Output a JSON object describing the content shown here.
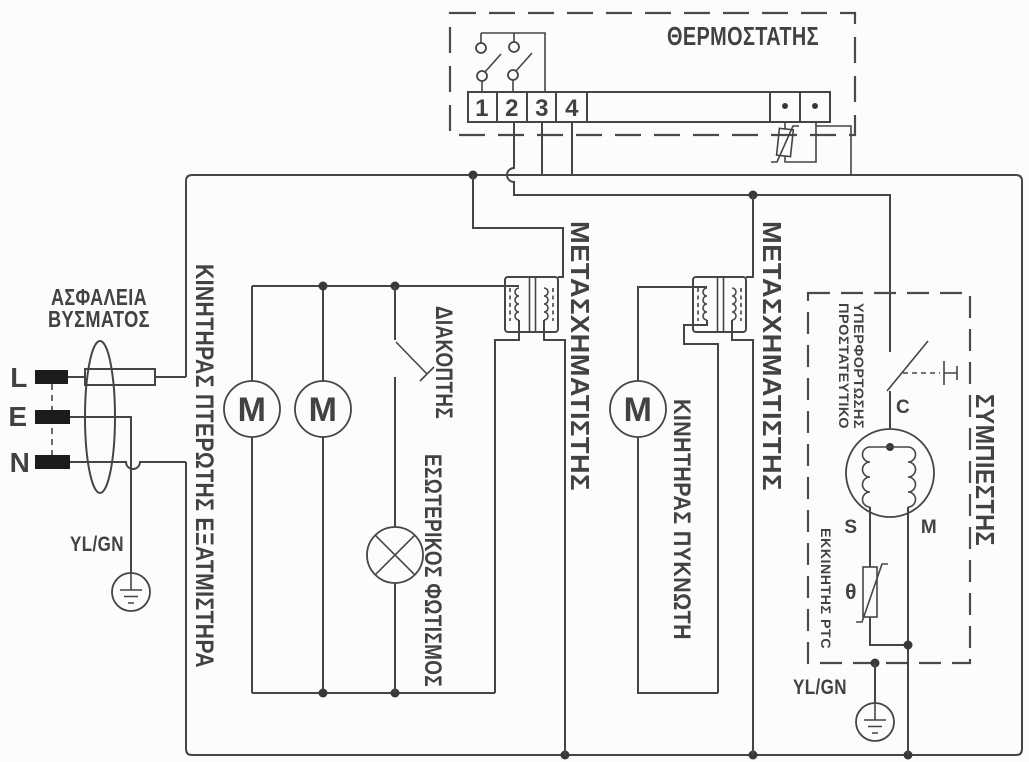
{
  "diagram_title": "Refrigerator wiring diagram (Greek)",
  "colors": {
    "line": "#454545",
    "text": "#424242",
    "background": "#fcfcfc",
    "terminal_fill": "#1c1c1c"
  },
  "thermostat": {
    "title": "ΘΕΡΜΟΣΤΑΤΗΣ",
    "terminals": [
      "1",
      "2",
      "3",
      "4"
    ]
  },
  "plug": {
    "label_line1": "ΑΣΦΑΛΕΙΑ",
    "label_line2": "ΒΥΣΜΑΤΟΣ",
    "pin_l": "L",
    "pin_e": "E",
    "pin_n": "N",
    "earth_label": "YL/GN"
  },
  "fan_group": {
    "motor_label": "ΚΙΝΗΤΗΡΑΣ ΠΤΕΡΩΤΗΣ ΕΞΑΤΜΙΣΤΗΡΑ",
    "switch_label": "ΔΙΑΚΟΠΤΗΣ",
    "light_label": "ΕΣΩΤΕΡΙΚΟΣ ΦΩΤΙΣΜΟΣ",
    "motor_letter": "M"
  },
  "transformers": {
    "left_label": "ΜΕΤΑΣΧΗΜΑΤΙΣΤΗΣ",
    "right_label": "ΜΕΤΑΣΧΗΜΑΤΙΣΤΗΣ"
  },
  "condenser": {
    "label": "ΚΙΝΗΤΗΡΑΣ ΠΥΚΝΩΤΗ",
    "motor_letter": "M"
  },
  "compressor": {
    "label": "ΣΥΜΠΙΕΣΤΗΣ",
    "overload_line1": "ΠΡΟΣΤΑΤΕΥΤΙΚΟ",
    "overload_line2": "ΥΠΕΡΦΟΡΤΩΣΗΣ",
    "ptc_label": "ΕΚΚΙΝΗΤΗΣ PTC",
    "terminal_c": "C",
    "terminal_s": "S",
    "terminal_m": "M",
    "theta": "θ",
    "earth_label": "YL/GN"
  }
}
